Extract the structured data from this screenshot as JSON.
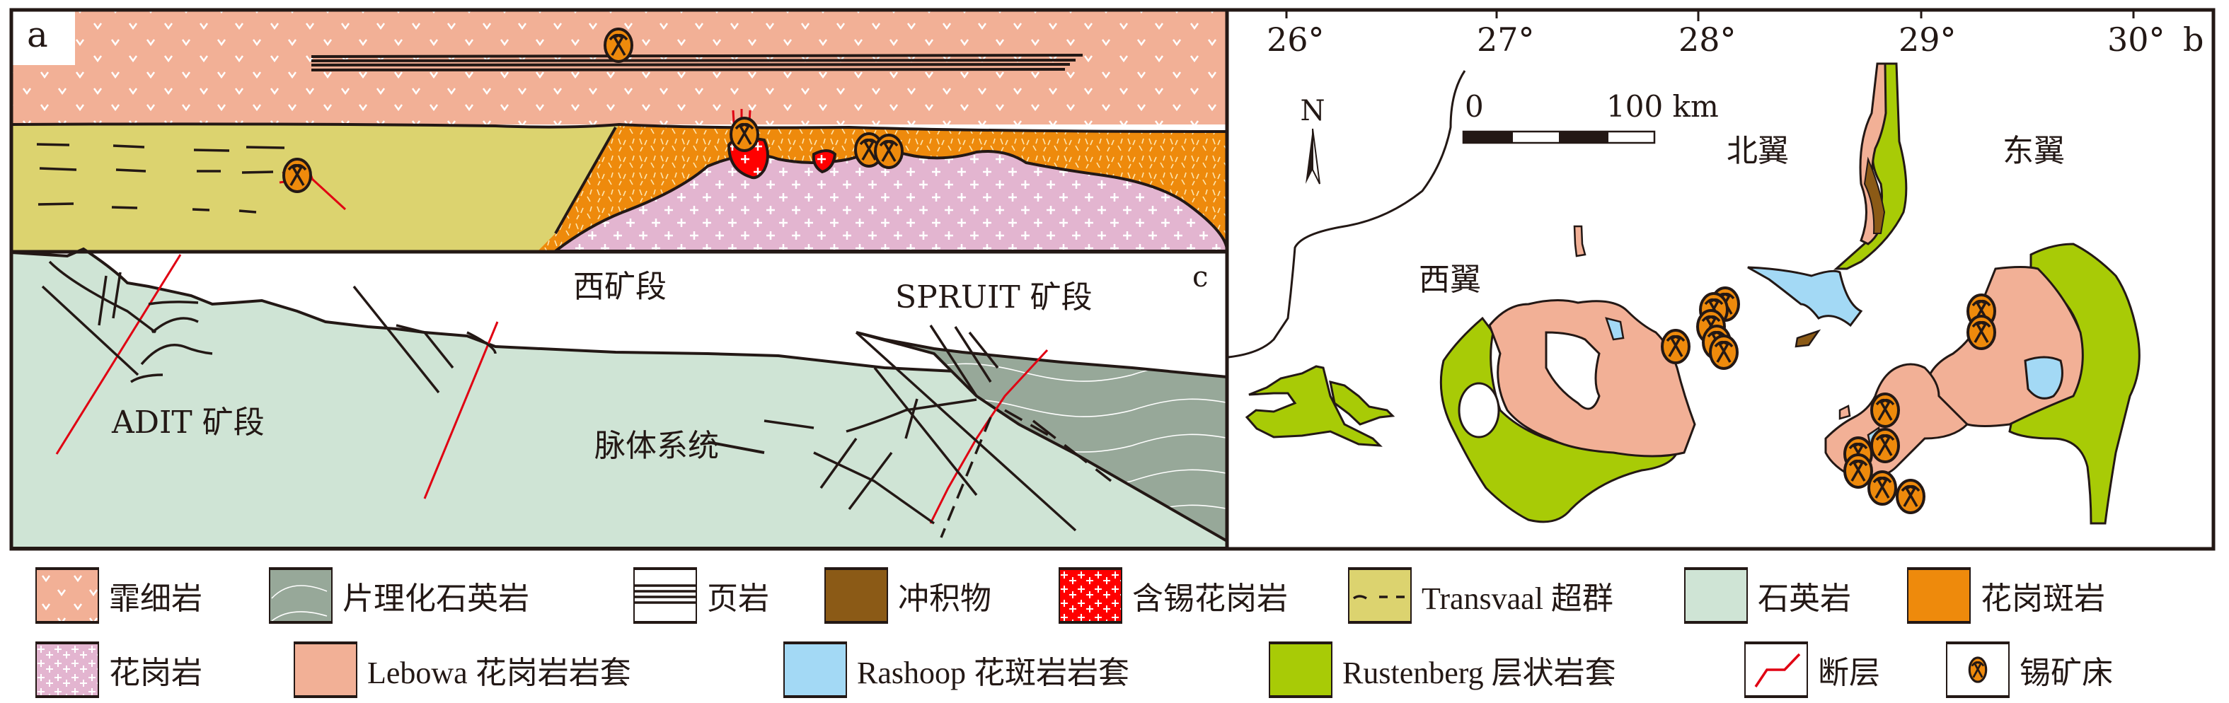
{
  "panels": {
    "a": {
      "label": "a"
    },
    "b": {
      "label": "b"
    },
    "c": {
      "label": "c"
    }
  },
  "section_c": {
    "west_block": "西矿段",
    "spruit_block": "SPRUIT 矿段",
    "adit_block": "ADIT 矿段",
    "vein_system": "脉体系统"
  },
  "map_b": {
    "longitudes": [
      "26°",
      "27°",
      "28°",
      "29°",
      "30°"
    ],
    "north_arrow": "N",
    "scale_start": "0",
    "scale_end": "100 km",
    "west_limb": "西翼",
    "north_limb": "北翼",
    "east_limb": "东翼"
  },
  "legend": [
    {
      "id": "felsite",
      "label": "霏细岩",
      "color": "#f2b096",
      "pattern": "v"
    },
    {
      "id": "schistose-quartzite",
      "label": "片理化石英岩",
      "color": "#97a899",
      "pattern": "wave"
    },
    {
      "id": "shale",
      "label": "页岩",
      "color": "#ffffff",
      "pattern": "lines"
    },
    {
      "id": "alluvium",
      "label": "冲积物",
      "color": "#8b5a16",
      "pattern": "none"
    },
    {
      "id": "tin-granite",
      "label": "含锡花岗岩",
      "color": "#ff0000",
      "pattern": "plus"
    },
    {
      "id": "transvaal",
      "label": "Transvaal 超群",
      "color": "#dcd36f",
      "pattern": "dash"
    },
    {
      "id": "quartzite",
      "label": "石英岩",
      "color": "#cfe4d5",
      "pattern": "none"
    },
    {
      "id": "granite-porphyry",
      "label": "花岗斑岩",
      "color": "#ee8a0c",
      "pattern": "tick"
    },
    {
      "id": "granite",
      "label": "花岗岩",
      "color": "#e3b5d0",
      "pattern": "plus"
    },
    {
      "id": "lebowa",
      "label": "Lebowa 花岗岩岩套",
      "color": "#f2b096",
      "pattern": "none"
    },
    {
      "id": "rashoop",
      "label": "Rashoop 花斑岩岩套",
      "color": "#a3d9f5",
      "pattern": "none"
    },
    {
      "id": "rustenberg",
      "label": "Rustenberg 层状岩套",
      "color": "#a8cb06",
      "pattern": "none"
    },
    {
      "id": "fault",
      "label": "断层",
      "color": "#e00012",
      "pattern": "fault"
    },
    {
      "id": "tin-deposit",
      "label": "锡矿床",
      "color": "#ee8a0c",
      "pattern": "mine"
    }
  ]
}
